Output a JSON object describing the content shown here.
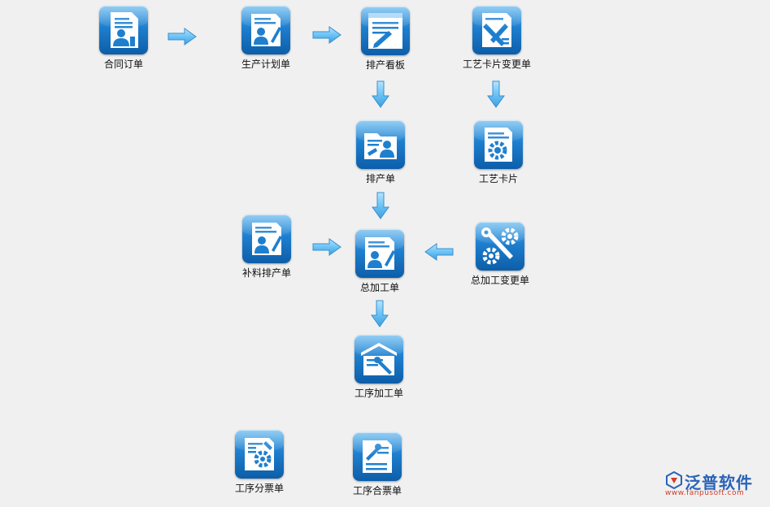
{
  "nodes": {
    "contract_order": "合同订单",
    "production_plan": "生产计划单",
    "schedule_board": "排产看板",
    "process_card_change": "工艺卡片变更单",
    "schedule_order": "排产单",
    "process_card": "工艺卡片",
    "supplement_schedule": "补料排产单",
    "general_processing": "总加工单",
    "general_processing_change": "总加工变更单",
    "step_processing": "工序加工单",
    "step_split_invoice": "工序分票单",
    "step_merge_invoice": "工序合票单"
  },
  "brand": {
    "name": "泛普软件",
    "url": "www.fanpusoft.com"
  },
  "colors": {
    "tile_top": "#5bb4ee",
    "tile_bottom": "#0d5ea8",
    "arrow": "#6cc3f5",
    "brand_blue": "#2a63b8",
    "brand_red": "#d23b2a"
  },
  "icons": {
    "contract_order": "document-person-icon",
    "production_plan": "document-person-pen-icon",
    "schedule_board": "window-document-pen-icon",
    "process_card_change": "wrench-document-icon",
    "schedule_order": "folder-person-icon",
    "process_card": "document-gear-icon",
    "supplement_schedule": "document-person-pen-icon",
    "general_processing": "document-person-pen-icon",
    "general_processing_change": "wrench-gears-icon",
    "step_processing": "factory-wrench-icon",
    "step_split_invoice": "document-gear-icon",
    "step_merge_invoice": "document-wrench-icon"
  }
}
